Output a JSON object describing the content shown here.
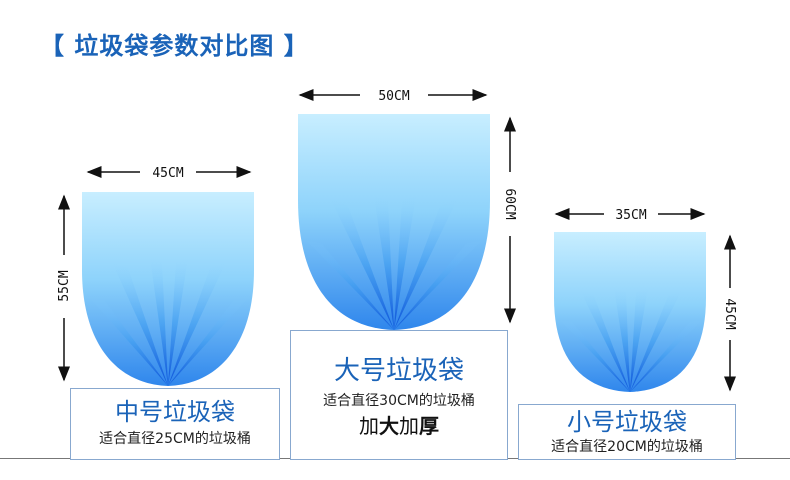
{
  "title": "【 垃圾袋参数对比图 】",
  "bags": {
    "medium": {
      "width_label": "45CM",
      "height_label": "55CM",
      "name": "中号垃圾袋",
      "desc": "适合直径25CM的垃圾桶"
    },
    "large": {
      "width_label": "50CM",
      "height_label": "60CM",
      "name": "大号垃圾袋",
      "desc": "适合直径30CM的垃圾桶",
      "extra_1": "加",
      "extra_2": "大",
      "extra_3": "加",
      "extra_4": "厚"
    },
    "small": {
      "width_label": "35CM",
      "height_label": "45CM",
      "name": "小号垃圾袋",
      "desc": "适合直径20CM的垃圾桶"
    }
  },
  "colors": {
    "title": "#1a63b8",
    "bag_light": "#bfeaff",
    "bag_mid": "#6dbcf0",
    "bag_dark": "#1f66e0"
  }
}
